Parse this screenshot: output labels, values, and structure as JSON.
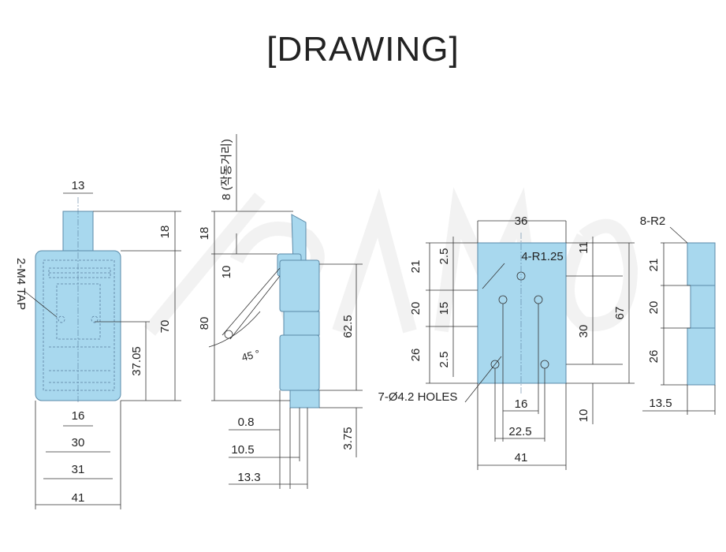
{
  "title": "[DRAWING]",
  "watermark": "SAMO",
  "colors": {
    "part_fill": "#a8d8ee",
    "part_stroke": "#5a8aa8",
    "line": "#333333"
  },
  "front_view": {
    "tap": "2-M4 TAP",
    "dims": {
      "top_width": "13",
      "height_18": "18",
      "height_70": "70",
      "height_37": "37.05",
      "w16": "16",
      "w30": "30",
      "w31": "31",
      "w41": "41"
    }
  },
  "side_view": {
    "stroke_label": "8 (작동거리)",
    "dims": {
      "d18": "18",
      "d10": "10",
      "d80": "80",
      "d62": "62.5",
      "angle": "45 °",
      "d08": "0.8",
      "d105": "10.5",
      "d133": "13.3",
      "d375": "3.75"
    }
  },
  "plate_view": {
    "r_label": "4-R1.25",
    "holes_label": "7-Ø4.2 HOLES",
    "dims": {
      "w36": "36",
      "d21": "21",
      "d25a": "2.5",
      "d20": "20",
      "d15": "15",
      "d26": "26",
      "d25b": "2.5",
      "d11": "11",
      "d30": "30",
      "d67": "67",
      "d10": "10",
      "w16": "16",
      "w225": "22.5",
      "w41": "41"
    }
  },
  "end_view": {
    "r_label": "8-R2",
    "dims": {
      "d21": "21",
      "d20": "20",
      "d26": "26",
      "w135": "13.5"
    }
  }
}
